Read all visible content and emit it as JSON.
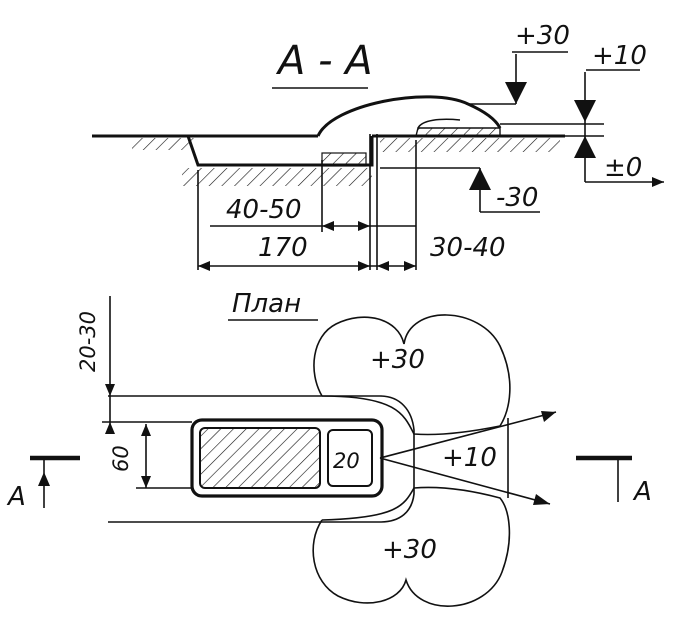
{
  "section": {
    "title": "A - A",
    "marks": {
      "plus30": "+30",
      "plus10": "+10",
      "zero": "±0",
      "minus30": "-30"
    },
    "dimensions": {
      "d_40_50": "40-50",
      "d_170": "170",
      "d_30_40": "30-40"
    }
  },
  "plan": {
    "title": "План",
    "dim_20_30": "20-30",
    "dim_60": "60",
    "cell_20": "20",
    "zone_top": "+30",
    "zone_mid": "+10",
    "zone_bottom": "+30",
    "cut_left": "A",
    "cut_right": "A"
  }
}
